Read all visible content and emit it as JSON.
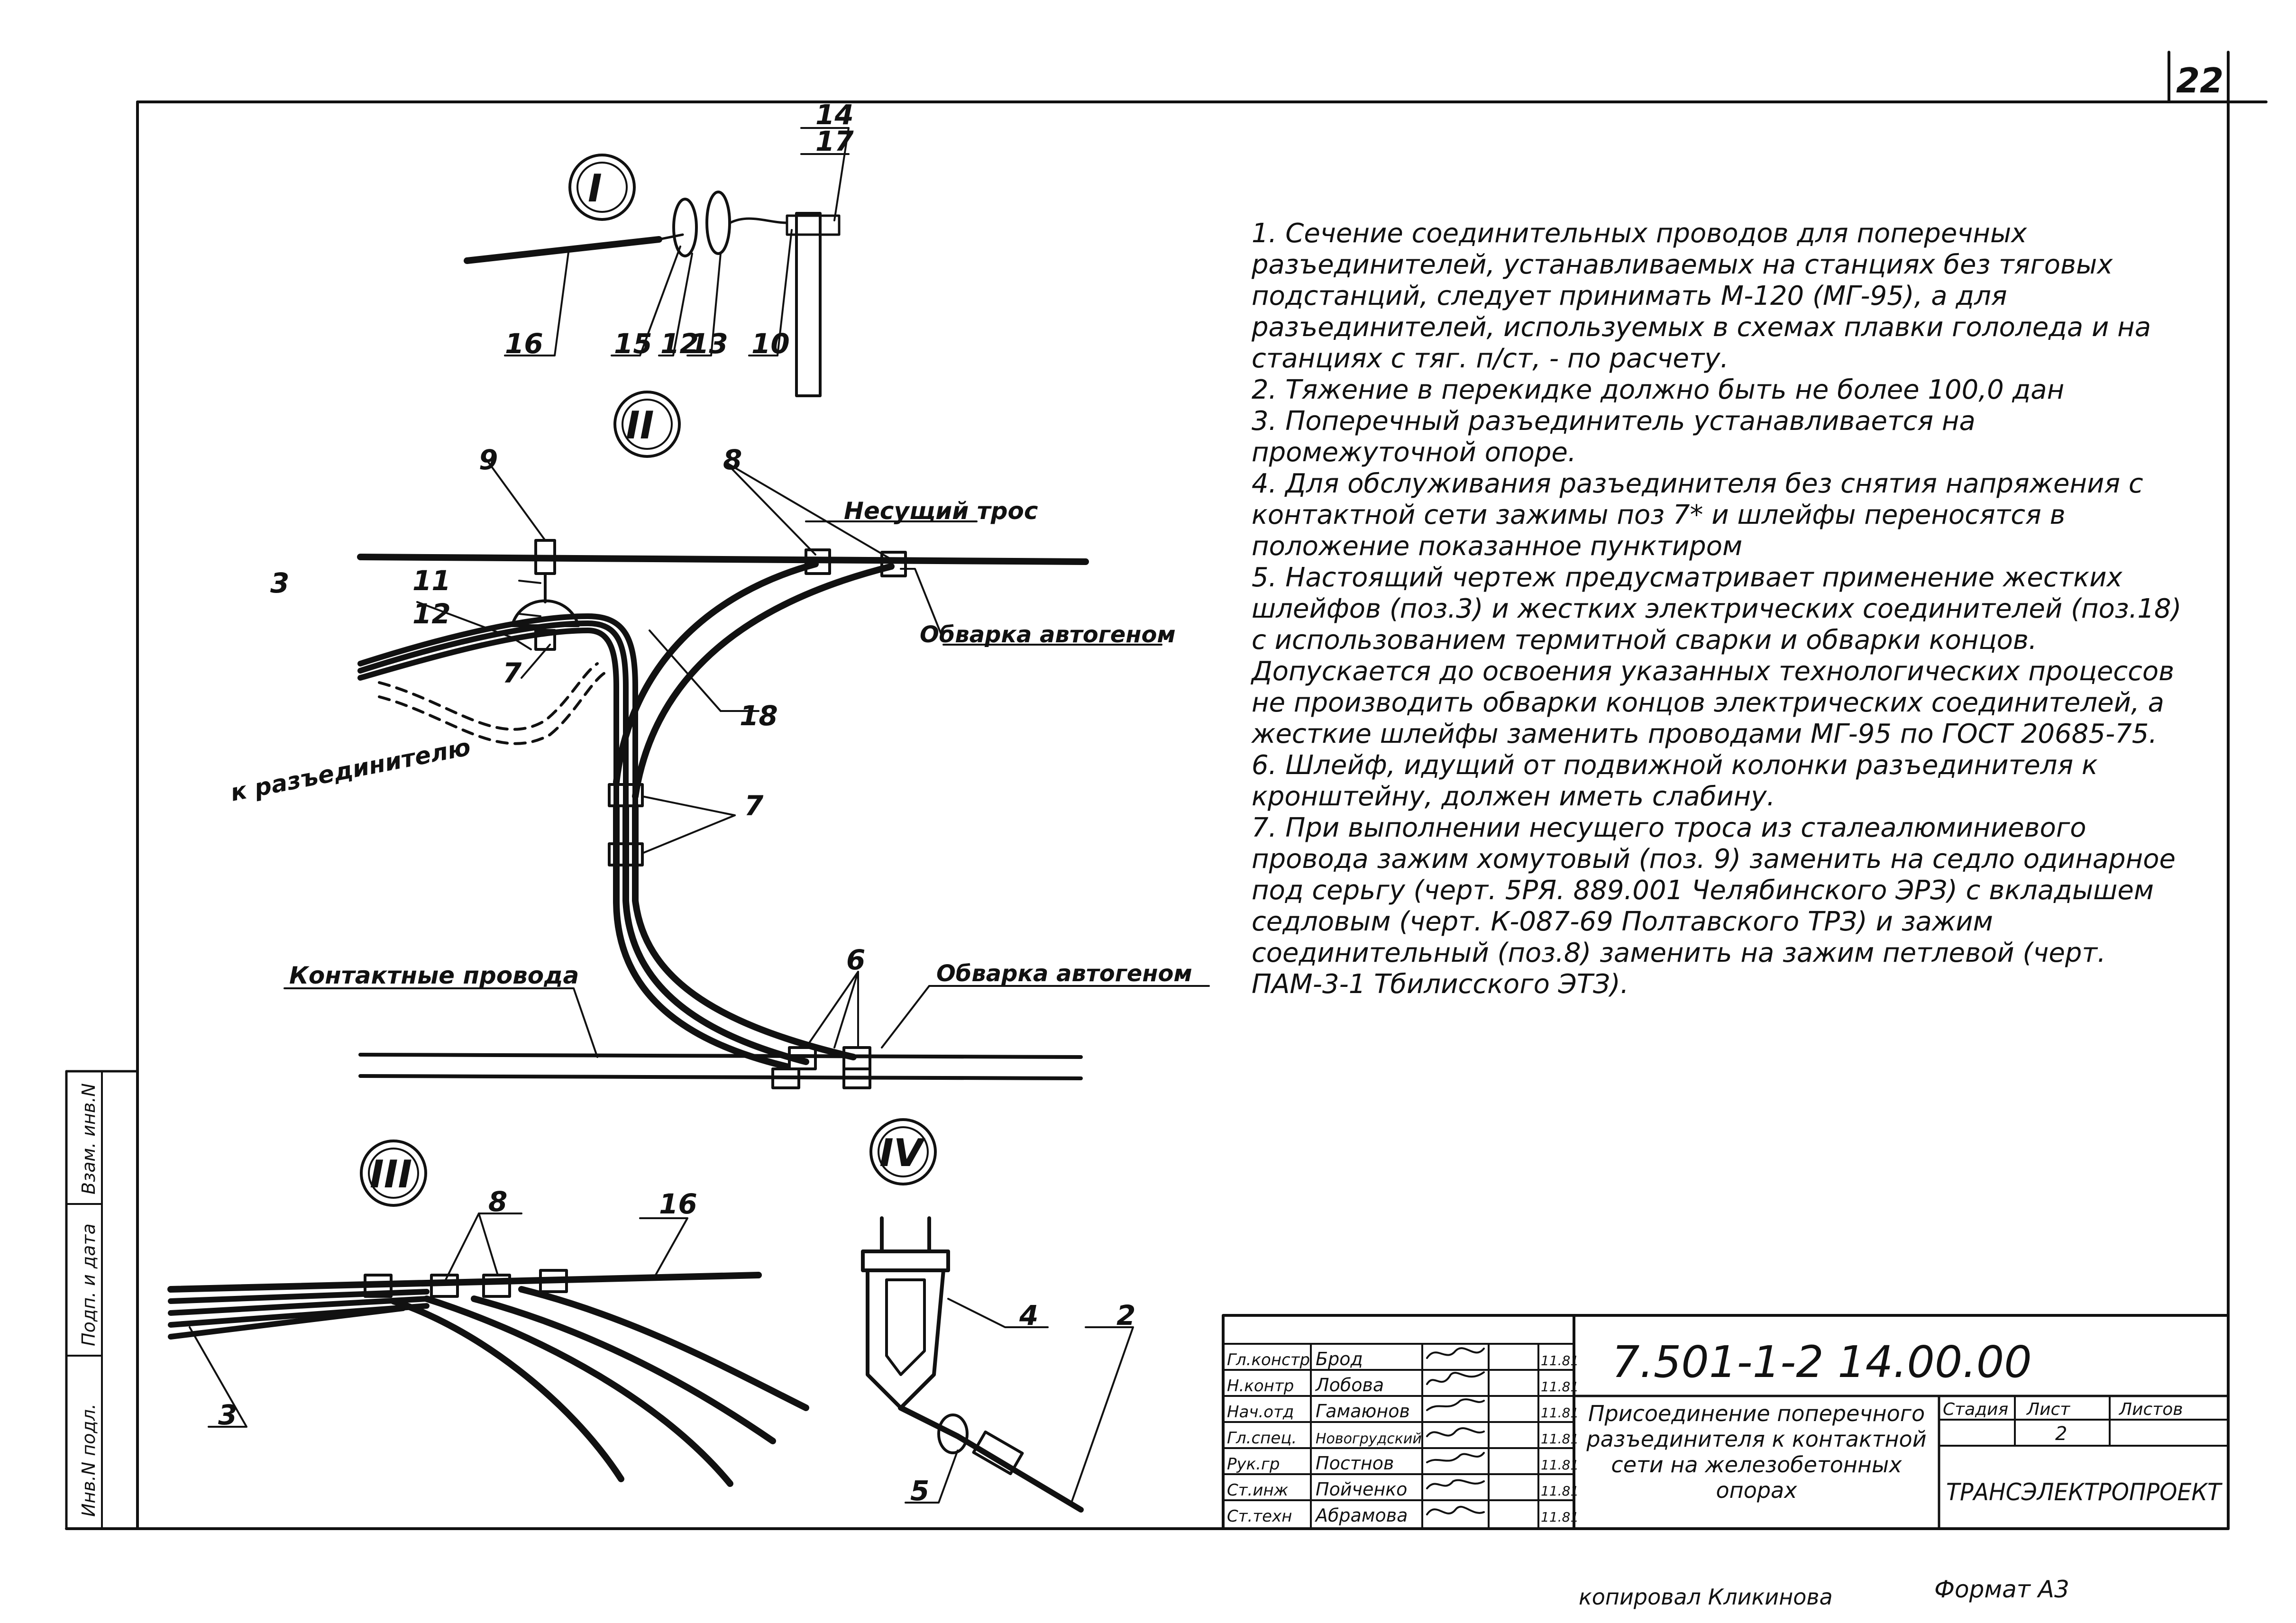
{
  "sheet_number": "22",
  "views": {
    "I": "I",
    "II": "II",
    "III": "III",
    "IV": "IV"
  },
  "view_I_labels": [
    "16",
    "15",
    "12",
    "13",
    "10",
    "14",
    "17"
  ],
  "view_II_labels": {
    "pos9": "9",
    "pos8": "8",
    "pos11": "11",
    "pos12": "12",
    "pos3": "3",
    "pos7a": "7",
    "pos18": "18",
    "pos7b": "7",
    "pos6": "6",
    "carrier_cable": "Несущий трос",
    "weld_top": "Обварка автогеном",
    "to_disconnector": "к разъединителю",
    "contact_wires": "Контактные провода",
    "weld_bottom": "Обварка автогеном"
  },
  "view_III_labels": {
    "pos8": "8",
    "pos16": "16",
    "pos3": "3"
  },
  "view_IV_labels": {
    "pos4": "4",
    "pos2": "2",
    "pos5": "5"
  },
  "notes": [
    "1. Сечение соединительных проводов для поперечных разъединителей, устанавливаемых на станциях без тяговых подстанций, следует принимать М-120 (МГ-95), а для разъединителей, используемых в схемах плавки гололеда и на станциях с тяг. п/ст, - по расчету.",
    "2. Тяжение в перекидке должно быть не более 100,0 дан",
    "3. Поперечный разъединитель устанавливается на промежуточной опоре.",
    "4. Для обслуживания разъединителя без снятия напряжения с контактной сети зажимы поз 7* и шлейфы переносятся в положение показанное пунктиром",
    "5. Настоящий чертеж предусматривает применение жестких шлейфов (поз.3) и жестких электрических соединителей (поз.18) с использованием термитной сварки и обварки концов. Допускается до освоения указанных технологических процессов не производить обварки концов электрических соединителей, а жесткие шлейфы заменить проводами МГ-95 по ГОСТ 20685-75.",
    "6. Шлейф, идущий от подвижной колонки разъединителя к кронштейну, должен иметь слабину.",
    "7. При выполнении несущего троса из сталеалюминиевого провода зажим хомутовый (поз. 9) заменить на седло одинарное под серьгу (черт. 5РЯ. 889.001 Челябинского ЭРЗ) с вкладышем седловым (черт. К-087-69 Полтавского ТРЗ) и зажим соединительный (поз.8) заменить на зажим петлевой (черт. ПАМ-3-1 Тбилисского ЭТЗ)."
  ],
  "side_stamp": [
    "Инв.N подл.",
    "Подп. и дата",
    "Взам. инв.N"
  ],
  "title_block": {
    "doc_code": "7.501-1-2  14.00.00",
    "title": "Присоединение поперечного разъединителя к контактной сети на железобетонных опорах",
    "org": "ТРАНСЭЛЕКТРОПРОЕКТ",
    "stage_label": "Стадия",
    "sheet_label": "Лист",
    "sheets_label": "Листов",
    "sheet_value": "2",
    "roles": [
      {
        "role": "Гл.констр",
        "name": "Брод",
        "date": "11.81"
      },
      {
        "role": "Н.контр",
        "name": "Лобова",
        "date": "11.81"
      },
      {
        "role": "Нач.отд",
        "name": "Гамаюнов",
        "date": "11.81"
      },
      {
        "role": "Гл.спец.",
        "name": "Новогрудский",
        "date": "11.81"
      },
      {
        "role": "Рук.гр",
        "name": "Постнов",
        "date": "11.81"
      },
      {
        "role": "Ст.инж",
        "name": "Пойченко",
        "date": "11.81"
      },
      {
        "role": "Ст.техн",
        "name": "Абрамова",
        "date": "11.81"
      }
    ]
  },
  "footer": {
    "copied": "копировал Кликинова",
    "format": "Формат А3"
  }
}
